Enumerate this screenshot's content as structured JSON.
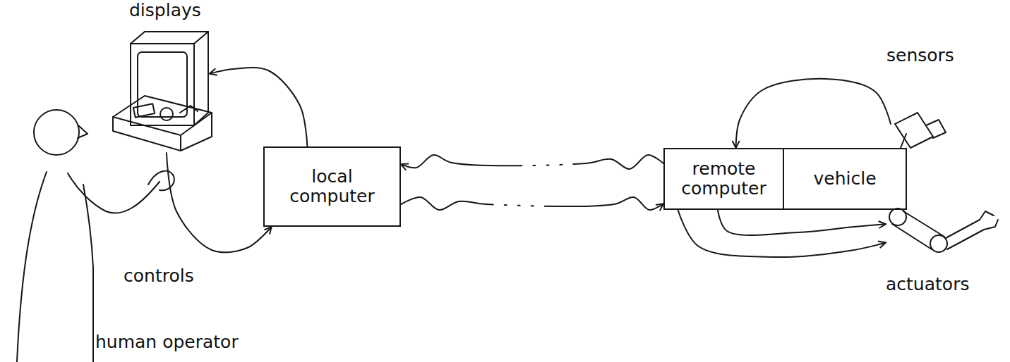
{
  "diagram": {
    "nodes": [
      {
        "text": [
          "displays"
        ]
      },
      {
        "text": [
          "controls"
        ]
      },
      {
        "text": [
          "local computer"
        ]
      },
      {
        "text": [
          "remote computer"
        ]
      },
      {
        "text": [
          "vehicle"
        ]
      },
      {
        "text": [
          "sensors"
        ]
      },
      {
        "text": [
          "actuators"
        ]
      }
    ],
    "edges": [
      {
        "from": 1,
        "to": 2,
        "arrow": "to"
      },
      {
        "from": 2,
        "to": 0,
        "arrow": "to"
      },
      {
        "from": 3,
        "to": 2,
        "arrow": "to"
      },
      {
        "from": 2,
        "to": 3,
        "arrow": "to"
      },
      {
        "from": 5,
        "to": 3,
        "arrow": "to"
      },
      {
        "from": 3,
        "to": 6,
        "arrow": "to"
      },
      {
        "from": 3,
        "to": 6,
        "arrow": "to"
      }
    ],
    "labels": [
      "human operator"
    ]
  }
}
